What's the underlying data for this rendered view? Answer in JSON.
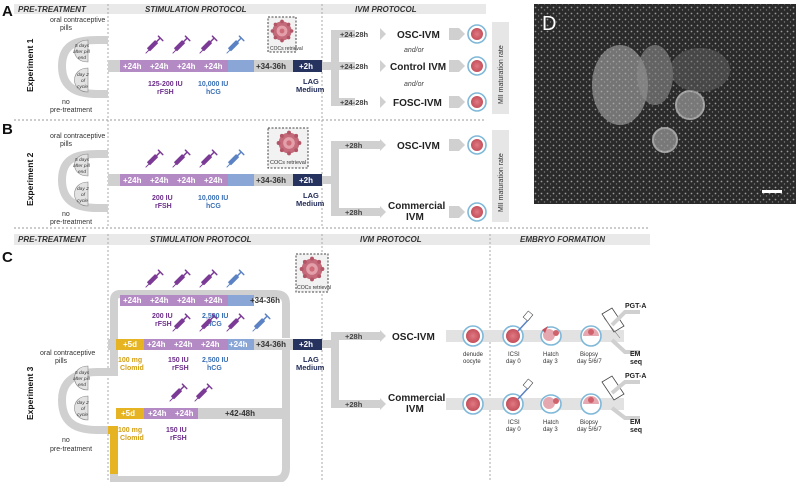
{
  "colors": {
    "purple": "#7b3a96",
    "purple_band": "#b38ac4",
    "blue": "#5b82c4",
    "gold": "#e6b422",
    "lag_band": "#26335f",
    "gray_band": "#c8c8c8",
    "oocyte_fill": "#d0626c",
    "oocyte_ring": "#7fb8d8"
  },
  "headers": {
    "pre_treatment": "PRE-TREATMENT",
    "stimulation": "STIMULATION PROTOCOL",
    "ivm": "IVM PROTOCOL",
    "embryo": "EMBRYO FORMATION"
  },
  "common": {
    "ocp": "oral contraceptive pills",
    "ocp_line1": "oral contraceptive",
    "ocp_line2": "pills",
    "five_days": "5 days after pill end",
    "five_l1": "5 days",
    "five_l2": "after pill",
    "five_l3": "end",
    "day2_l1": "day 2",
    "day2_l2": "of",
    "day2_l3": "cycle",
    "no_pre_1": "no",
    "no_pre_2": "pre-treatment",
    "cocs": "COCs retrieval",
    "lag_1": "LAG",
    "lag_2": "Medium",
    "mii": "MII maturation rate",
    "and_or": "and/or"
  },
  "panel_a": {
    "label": "A",
    "experiment": "Experiment 1",
    "timeline": [
      "+24h",
      "+24h",
      "+24h",
      "+24h",
      "+34-36h",
      "+2h"
    ],
    "rfsh_dose": "125-200 IU",
    "rfsh": "rFSH",
    "hcg_dose": "10,000 IU",
    "hcg": "hCG",
    "branches": [
      {
        "time": "+24-28h",
        "label": "OSC-IVM"
      },
      {
        "time": "+24-28h",
        "label": "Control IVM"
      },
      {
        "time": "+24-28h",
        "label": "FOSC-IVM"
      }
    ]
  },
  "panel_b": {
    "label": "B",
    "experiment": "Experiment 2",
    "timeline": [
      "+24h",
      "+24h",
      "+24h",
      "+24h",
      "+34-36h",
      "+2h"
    ],
    "rfsh_dose": "200 IU",
    "rfsh": "rFSH",
    "hcg_dose": "10,000 IU",
    "hcg": "hCG",
    "branches": [
      {
        "time": "+28h",
        "label": "OSC-IVM"
      },
      {
        "time": "+28h",
        "label_1": "Commercial",
        "label_2": "IVM"
      }
    ]
  },
  "panel_c": {
    "label": "C",
    "experiment": "Experiment 3",
    "row1": {
      "timeline": [
        "+24h",
        "+24h",
        "+24h",
        "+24h",
        "+34-36h"
      ],
      "rfsh_dose": "200 IU",
      "rfsh": "rFSH",
      "hcg_dose": "2,500 IU",
      "hcg": "hCG"
    },
    "row2": {
      "timeline": [
        "+5d",
        "+24h",
        "+24h",
        "+24h",
        "+24h",
        "+34-36h",
        "+2h"
      ],
      "clomid_dose": "100 mg",
      "clomid": "Clomid",
      "rfsh_dose": "150 IU",
      "rfsh": "rFSH",
      "hcg_dose": "2,500 IU",
      "hcg": "hCG"
    },
    "row3": {
      "timeline": [
        "+5d",
        "+24h",
        "+24h",
        "+42-48h"
      ],
      "clomid_dose": "100 mg",
      "clomid": "Clomid",
      "rfsh_dose": "150 IU",
      "rfsh": "rFSH"
    },
    "branches": [
      {
        "time": "+28h",
        "label": "OSC-IVM"
      },
      {
        "time": "+28h",
        "label_1": "Commercial",
        "label_2": "IVM"
      }
    ],
    "embryo_top": {
      "denude_1": "denude",
      "denude_2": "oocyte",
      "icsi_1": "ICSI",
      "icsi_2": "day 0",
      "hatch_1": "Hatch",
      "hatch_2": "day 3",
      "biopsy_1": "Biopsy",
      "biopsy_2": "day 5/6/7",
      "pgt": "PGT-A",
      "em_1": "EM",
      "em_2": "seq"
    },
    "embryo_bottom": {
      "icsi_1": "ICSI",
      "icsi_2": "day 0",
      "hatch_1": "Hatch",
      "hatch_2": "day 3",
      "biopsy_1": "Biopsy",
      "biopsy_2": "day 5/6/7",
      "pgt": "PGT-A",
      "em_1": "EM",
      "em_2": "seq"
    }
  },
  "panel_d": {
    "label": "D"
  }
}
